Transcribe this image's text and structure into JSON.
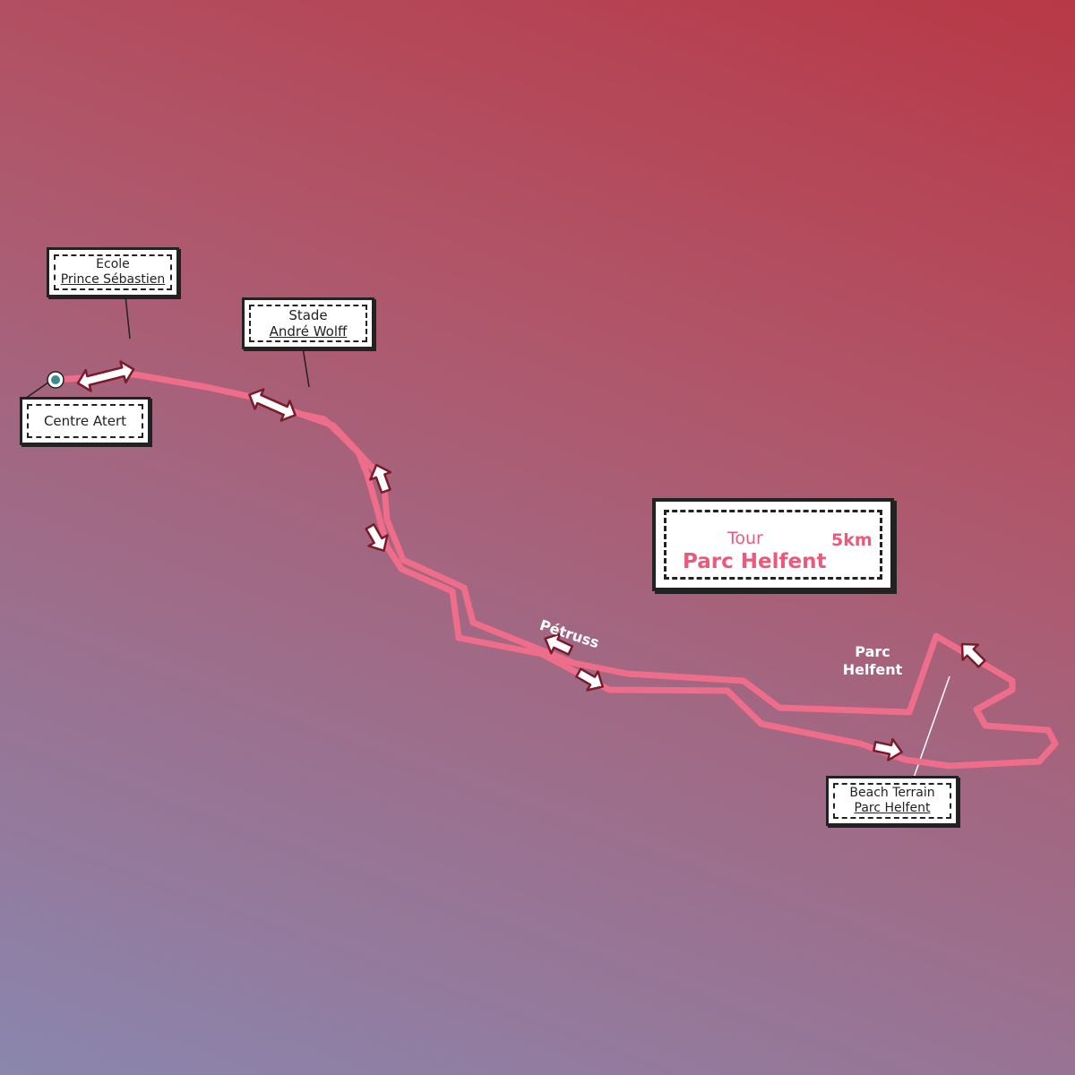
{
  "map": {
    "title": {
      "line1": "Tour",
      "line2": "Parc Helfent",
      "distance": "5km"
    },
    "labels": {
      "start": "Centre Atert",
      "school": {
        "line1": "Ecole",
        "line2": "Prince Sébastien"
      },
      "stadium": {
        "line1": "Stade",
        "line2": "André Wolff"
      },
      "beach": {
        "line1": "Beach Terrain",
        "line2": "Parc Helfent"
      }
    },
    "places": {
      "petruss": "Pétruss",
      "park": {
        "line1": "Parc",
        "line2": "Helfent"
      }
    },
    "colors": {
      "route": "#ee6d8a",
      "start_marker": "#3d8a90",
      "title_text": "#ea5a7c",
      "arrow_fill": "#ffffff",
      "arrow_stroke": "#7a1a2a"
    },
    "icons": [
      "start-marker-icon",
      "direction-arrow-icon",
      "double-arrow-icon"
    ]
  }
}
